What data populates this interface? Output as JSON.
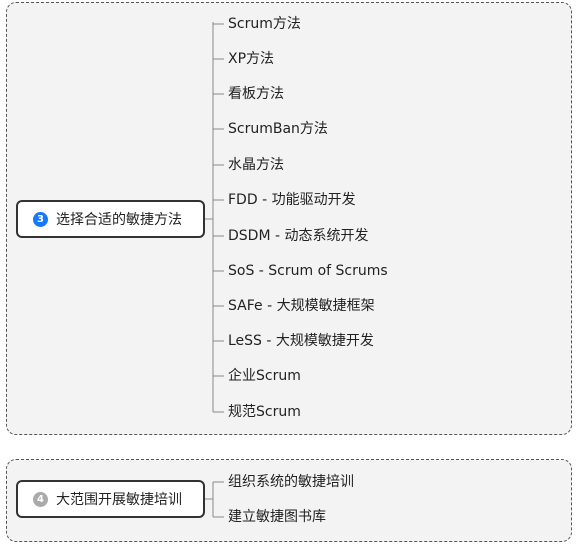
{
  "groups": [
    {
      "number": "3",
      "title": "选择合适的敏捷方法",
      "badge_color": "#1677ff",
      "children": [
        "Scrum方法",
        "XP方法",
        "看板方法",
        "ScrumBan方法",
        "水晶方法",
        "FDD - 功能驱动开发",
        "DSDM - 动态系统开发",
        "SoS - Scrum of Scrums",
        "SAFe - 大规模敏捷框架",
        "LeSS - 大规模敏捷开发",
        "企业Scrum",
        "规范Scrum"
      ]
    },
    {
      "number": "4",
      "title": "大范围开展敏捷培训",
      "badge_color": "#aaaaaa",
      "children": [
        "组织系统的敏捷培训",
        "建立敏捷图书库"
      ]
    }
  ]
}
